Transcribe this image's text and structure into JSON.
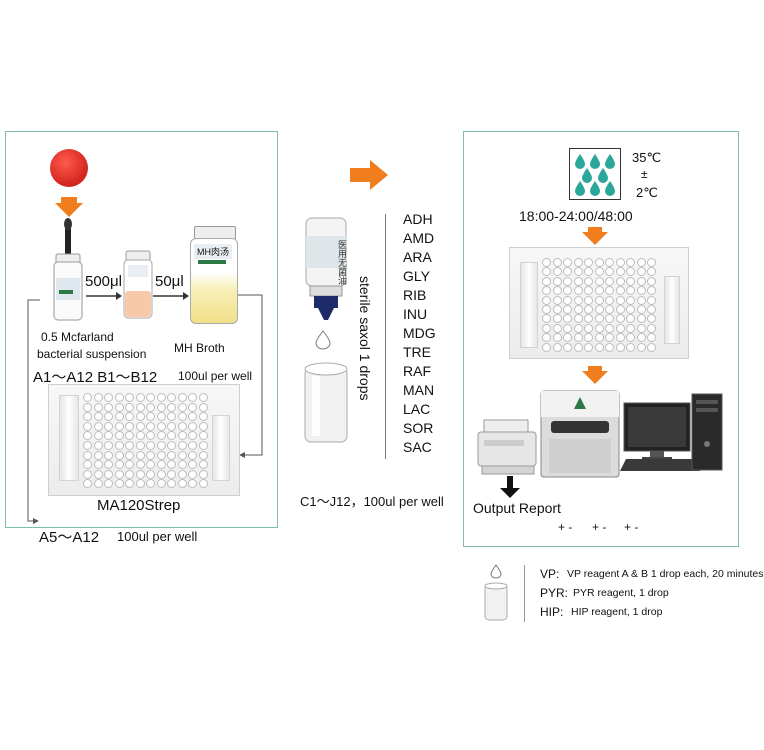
{
  "left_panel": {
    "dilution_1": "500μl",
    "dilution_2": "50μl",
    "suspension_label_1": "0.5 Mcfarland",
    "suspension_label_2": "bacterial suspension",
    "broth_label": "MH Broth",
    "broth_bottle_text": "MH肉汤",
    "wells_label": "A1～A12 B1～B12",
    "per_well": "100ul per well",
    "plate_label": "MA120Strep",
    "bottom_wells": "A5～A12",
    "bottom_per_well": "100ul per well"
  },
  "middle": {
    "bottle_text": "医用无菌油",
    "vertical_label": "sterile saxol 1 drops",
    "reagents": [
      "ADH",
      "AMD",
      "ARA",
      "GLY",
      "RIB",
      "INU",
      "MDG",
      "TRE",
      "RAF",
      "MAN",
      "LAC",
      "SOR",
      "SAC"
    ],
    "bottom_label": "C1～J12，100ul per well"
  },
  "right_panel": {
    "temp_top": "35℃",
    "temp_pm": "±",
    "temp_bottom": "2℃",
    "time": "18:00-24:00/48:00",
    "output": "Output Report",
    "signs": [
      "+ -",
      "+ -",
      "+ -"
    ]
  },
  "legend": {
    "rows": [
      {
        "key": "VP:",
        "text": "VP reagent A & B 1 drop each, 20 minutes"
      },
      {
        "key": "PYR:",
        "text": "PYR reagent, 1 drop"
      },
      {
        "key": "HIP:",
        "text": "HIP reagent, 1 drop"
      }
    ]
  },
  "colors": {
    "arrow": "#f07d1e",
    "panel_border": "#7fbfa8",
    "colony": "#e32a26",
    "drops": "#2aa79a"
  }
}
